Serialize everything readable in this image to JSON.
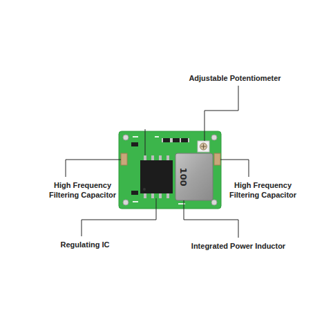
{
  "diagram": {
    "labels": [
      "Adjustable Potentiometer",
      "High Frequency Filtering Capacitor",
      "High Frequency Filtering Capacitor",
      "Regulating IC",
      "Integrated Power Inductor",
      "100"
    ]
  }
}
